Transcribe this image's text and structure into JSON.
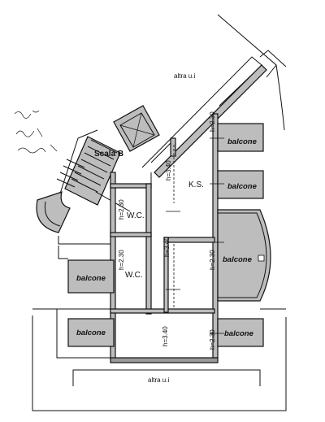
{
  "labels": {
    "altra_ui_top": "altra u.i",
    "altra_ui_bottom": "altra u.i",
    "scala": "Scala B",
    "ks": "K.S.",
    "wc1": "W.C.",
    "wc2": "W.C.",
    "balconi": [
      "balcone",
      "balcone",
      "balcone",
      "balcone",
      "balcone",
      "balcone"
    ],
    "heights": {
      "h1": "h=2.30",
      "h2": "h=3.40",
      "h3": "h=2.30",
      "h4": "h=2.30",
      "h5": "h=3.40",
      "h6": "h=2.30",
      "h7": "h=3.40",
      "h8": "h=2.30"
    }
  },
  "colors": {
    "wall": "#bdbdbd",
    "ink": "#111111",
    "handwriting": "#8aa0c8"
  }
}
